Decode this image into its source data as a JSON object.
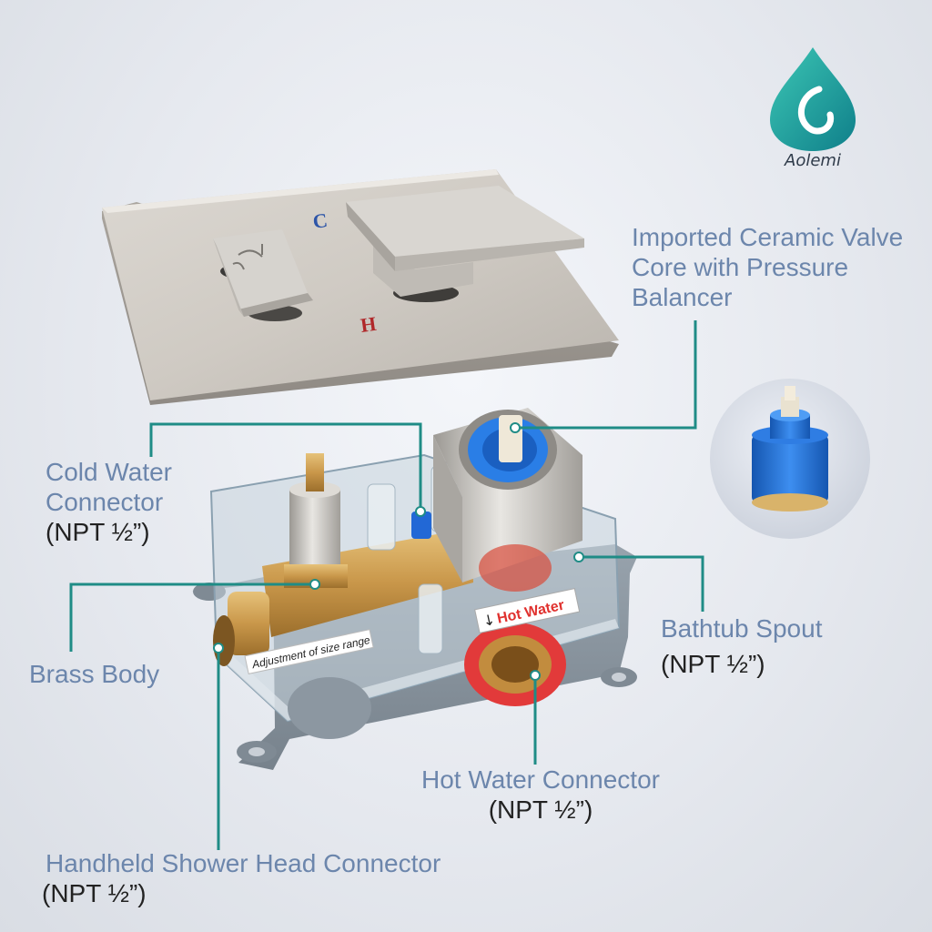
{
  "brand": {
    "name": "Aolemi"
  },
  "trim_plate": {
    "cold_mark": "C",
    "hot_mark": "H"
  },
  "valve_box": {
    "hot_water_label": "Hot Water",
    "size_range_label": "Adjustment of size range"
  },
  "labels": {
    "ceramic_core": {
      "lines": [
        "Imported Ceramic Valve",
        "Core with Pressure",
        "Balancer"
      ]
    },
    "cold_water": {
      "lines": [
        "Cold Water",
        "Connector"
      ],
      "spec": "(NPT ½”)"
    },
    "bathtub_spout": {
      "lines": [
        "Bathtub Spout"
      ],
      "spec": "(NPT ½”)"
    },
    "brass_body": {
      "lines": [
        "Brass Body"
      ]
    },
    "hot_water": {
      "lines": [
        "Hot Water Connector"
      ],
      "spec": "(NPT ½”)"
    },
    "handheld": {
      "lines": [
        "Handheld Shower Head Connector"
      ],
      "spec": "(NPT ½”)"
    }
  },
  "colors": {
    "leader_line": "#1f8c86",
    "label_text": "#6c86ac",
    "spec_text": "#222222",
    "logo_teal": "#1aa39a",
    "cartridge_blue": "#1f6fd1"
  }
}
